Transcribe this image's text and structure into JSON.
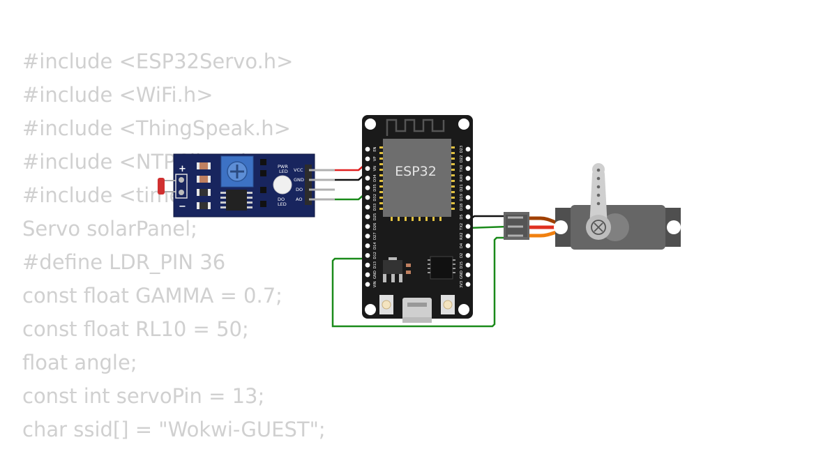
{
  "code_lines": [
    "#include <ESP32Servo.h>",
    "#include <WiFi.h>",
    "#include <ThingSpeak.h>",
    "#include <NTPClient.h>",
    "#include <time.h>",
    "Servo solarPanel;",
    "#define LDR_PIN 36",
    "const float GAMMA = 0.7;",
    "const float RL10 = 50;",
    "float angle;",
    "const int servoPin = 13;",
    "char ssid[] = \"Wokwi-GUEST\";"
  ],
  "esp32": {
    "chip_label": "ESP32",
    "left_pins": [
      "EN",
      "VP",
      "VN",
      "D34",
      "D35",
      "D32",
      "D33",
      "D25",
      "D26",
      "D27",
      "D14",
      "D12",
      "D13",
      "GND",
      "VIN"
    ],
    "right_pins": [
      "D23",
      "D22",
      "TX0",
      "RX0",
      "D21",
      "D19",
      "D18",
      "D5",
      "TX2",
      "RX2",
      "D4",
      "D2",
      "D15",
      "GND",
      "3V3"
    ]
  },
  "ldr_module": {
    "plus_label": "+",
    "minus_label": "−",
    "pwr_led_label": [
      "PWR",
      "LED"
    ],
    "do_led_label": [
      "DO",
      "LED"
    ],
    "pins": [
      "VCC",
      "GND",
      "DO",
      "AO"
    ]
  },
  "colors": {
    "wire_red": "#e02020",
    "wire_black": "#111111",
    "wire_green": "#1a8a1a",
    "wire_orange": "#e07000",
    "pcb_blue": "#18255e",
    "board_black": "#1a1a1a",
    "chip_gray": "#6e6e6e",
    "servo_gray": "#666666",
    "code_text": "#d0d0d0"
  }
}
